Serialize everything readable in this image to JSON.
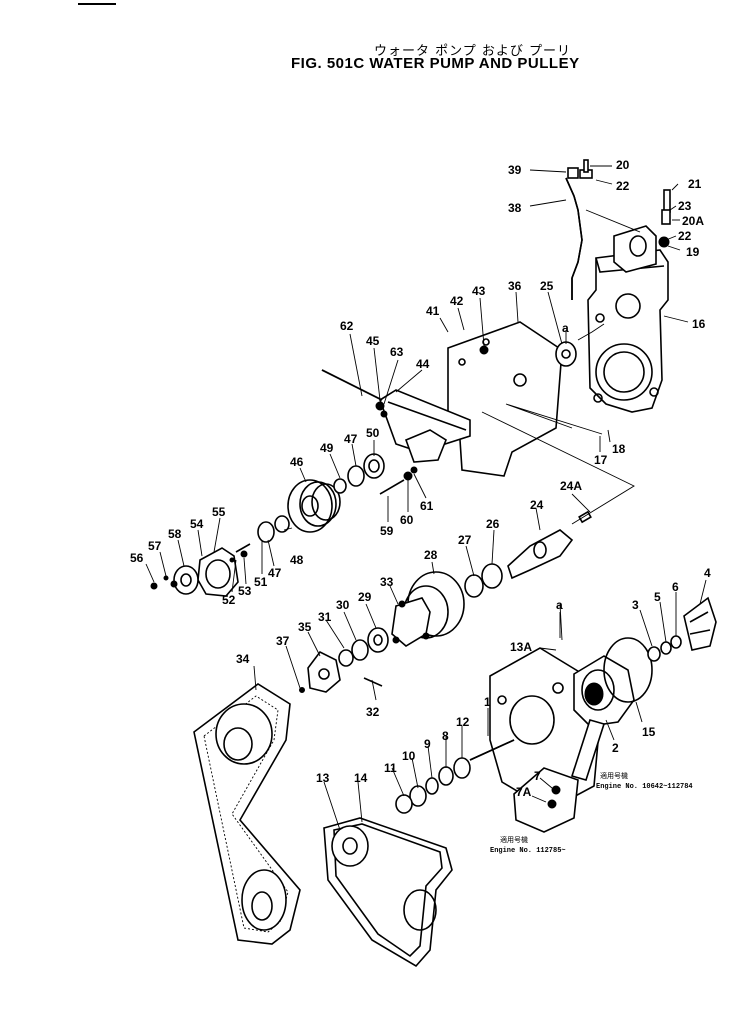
{
  "title": {
    "japanese": "ウォータ ポンプ および プーリ",
    "english": "FIG. 501C  WATER PUMP AND PULLEY"
  },
  "notes": {
    "serial1_jp": "適用号機",
    "serial1": "Engine No. 10642~112784",
    "serial2_jp": "適用号機",
    "serial2": "Engine No. 112785~"
  },
  "callouts": {
    "c39": "39",
    "c20": "20",
    "c22a": "22",
    "c21": "21",
    "c23": "23",
    "c20a": "20A",
    "c22b": "22",
    "c19": "19",
    "c38": "38",
    "c36": "36",
    "c25": "25",
    "ca1": "a",
    "c43": "43",
    "c42": "42",
    "c41": "41",
    "c16": "16",
    "c62": "62",
    "c45": "45",
    "c63": "63",
    "c44": "44",
    "c18": "18",
    "c17": "17",
    "c50": "50",
    "c47a": "47",
    "c49": "49",
    "c46": "46",
    "c24a": "24A",
    "c61": "61",
    "c60": "60",
    "c59": "59",
    "c24": "24",
    "c55": "55",
    "c54": "54",
    "c58": "58",
    "c57": "57",
    "c56": "56",
    "c52": "52",
    "c53": "53",
    "c51": "51",
    "c47b": "47",
    "c48": "48",
    "c26": "26",
    "c27": "27",
    "c28": "28",
    "c33": "33",
    "c29": "29",
    "c30": "30",
    "c31": "31",
    "c35": "35",
    "c37": "37",
    "c4": "4",
    "c6": "6",
    "c5": "5",
    "c3": "3",
    "ca2": "a",
    "c13a": "13A",
    "c34": "34",
    "c32": "32",
    "c1": "1",
    "c12": "12",
    "c8": "8",
    "c9": "9",
    "c10": "10",
    "c11": "11",
    "c2": "2",
    "c15": "15",
    "c7": "7",
    "c7a": "7A",
    "c13": "13",
    "c14": "14"
  }
}
